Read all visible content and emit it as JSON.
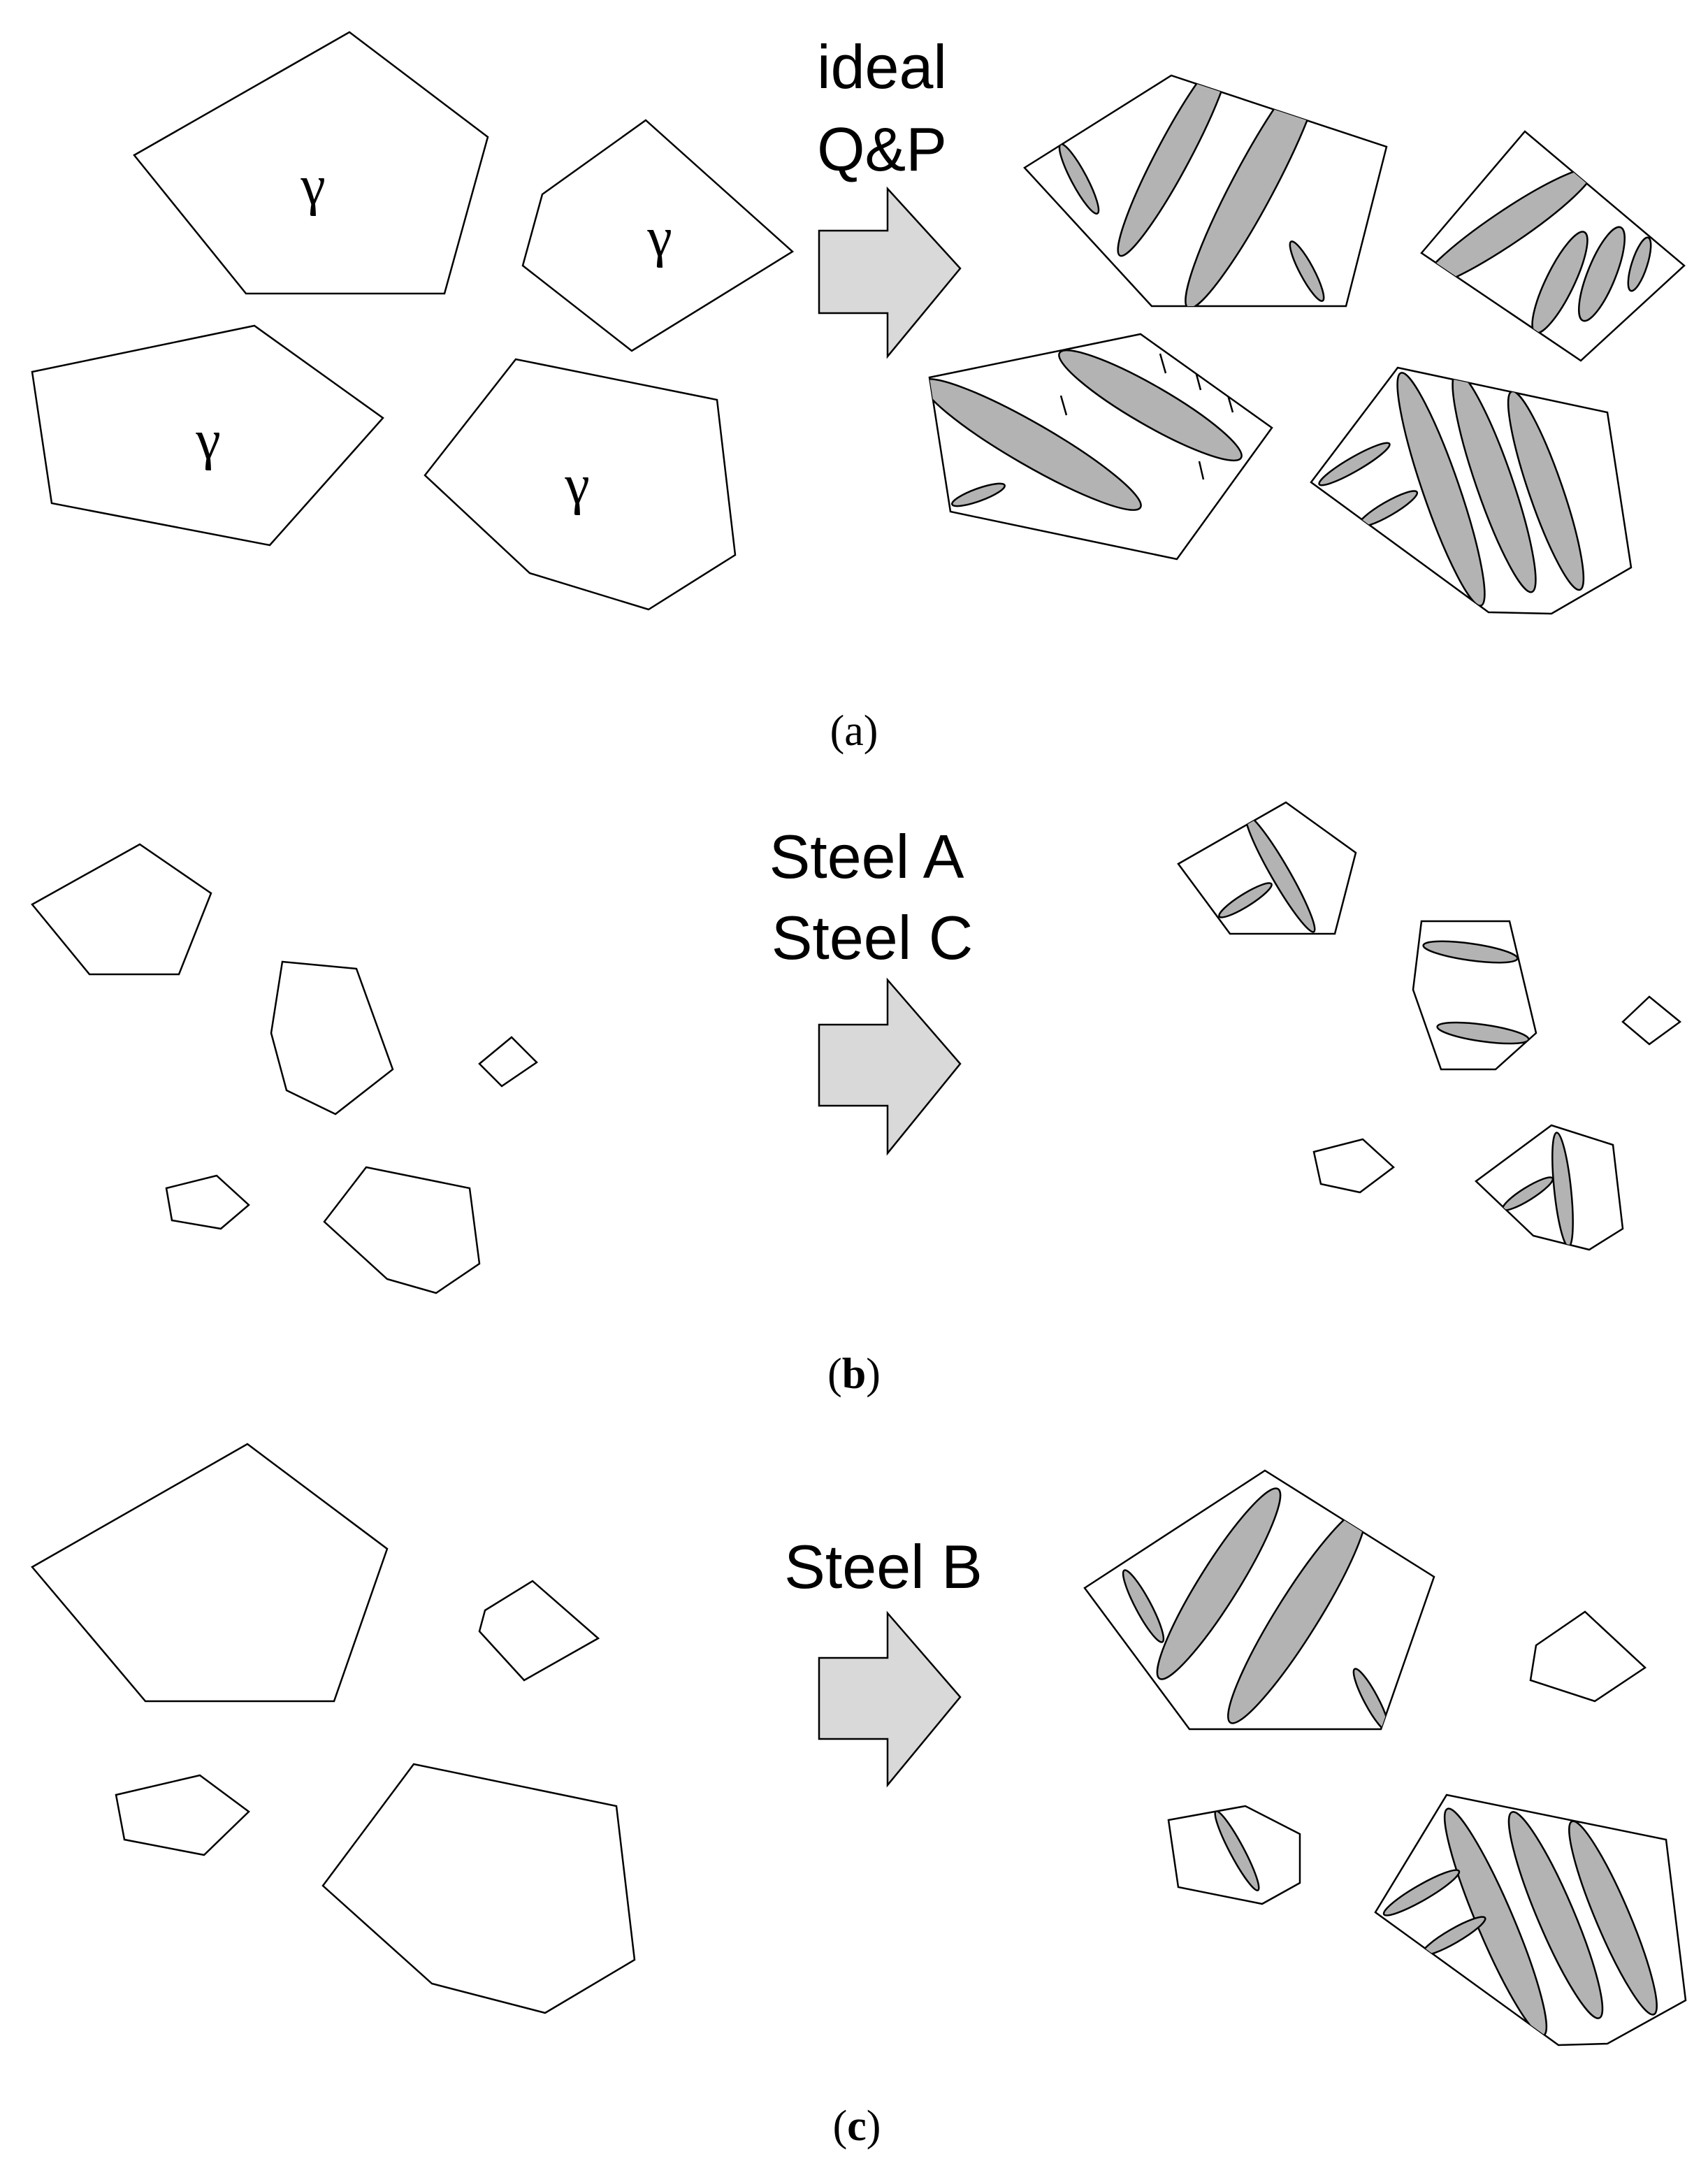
{
  "figure": {
    "panel_a": {
      "caption": "(a)",
      "arrow_label_lines": [
        "ideal",
        "Q&P"
      ],
      "grain_label": "γ"
    },
    "panel_b": {
      "caption_open": "(",
      "caption_letter": "b",
      "caption_close": ")",
      "arrow_label_lines": [
        "Steel A",
        "Steel C"
      ]
    },
    "panel_c": {
      "caption_open": "(",
      "caption_letter": "c",
      "caption_close": ")",
      "arrow_label_lines": [
        "Steel B"
      ]
    }
  },
  "colors": {
    "grain_fill": "#ffffff",
    "martensite_fill": "#b3b3b3",
    "arrow_fill": "#d9d9d9",
    "outline": "#000000"
  }
}
